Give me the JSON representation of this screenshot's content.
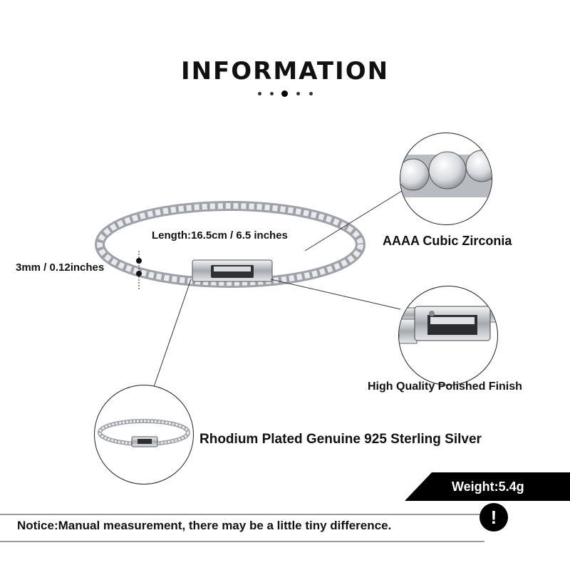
{
  "title": "INFORMATION",
  "measurements": {
    "length": "Length:16.5cm / 6.5 inches",
    "width": "3mm / 0.12inches"
  },
  "features": {
    "stones": "AAAA Cubic Zirconia",
    "finish": "High Quality Polished Finish",
    "material": "Rhodium Plated Genuine 925 Sterling Silver"
  },
  "weight": "Weight:5.4g",
  "notice": "Notice:Manual measurement, there may be a little tiny difference.",
  "warning_icon": "!",
  "colors": {
    "text": "#111111",
    "badge": "#000000",
    "silver": "#c9ccd1"
  }
}
